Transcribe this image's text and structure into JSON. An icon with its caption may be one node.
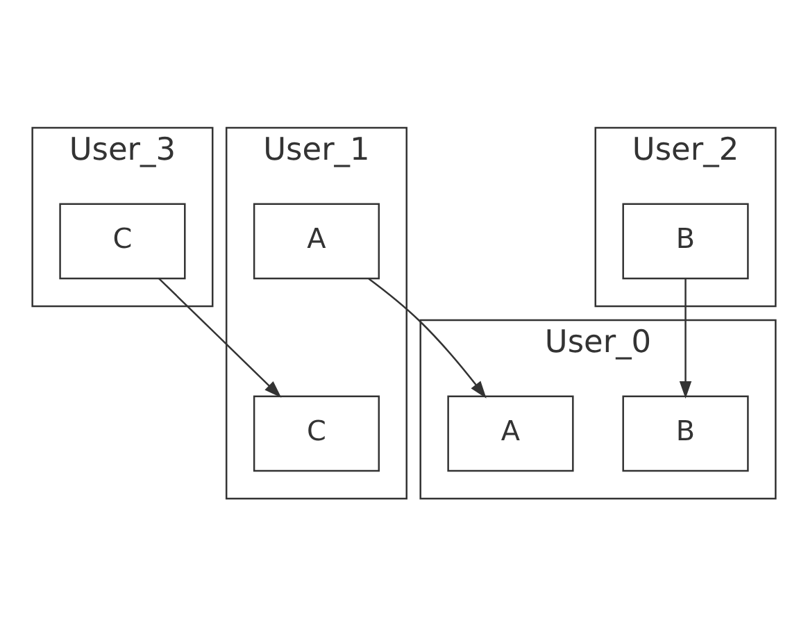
{
  "diagram": {
    "nodes": [
      {
        "text": [
          "User_0"
        ]
      },
      {
        "text": [
          "B"
        ],
        "in": 0
      },
      {
        "text": [
          "A"
        ],
        "in": 0
      },
      {
        "text": [
          "User_1"
        ]
      },
      {
        "text": [
          "A"
        ],
        "in": 3
      },
      {
        "text": [
          "C"
        ],
        "in": 3
      },
      {
        "text": [
          "User_2"
        ]
      },
      {
        "text": [
          "B"
        ],
        "in": 6
      },
      {
        "text": [
          "User_3"
        ]
      },
      {
        "text": [
          "C"
        ],
        "in": 8
      }
    ],
    "edges": [
      {
        "from": 4,
        "to": 2,
        "arrow": "to"
      },
      {
        "from": 7,
        "to": 1,
        "arrow": "to"
      },
      {
        "from": 9,
        "to": 5,
        "arrow": "to"
      }
    ]
  }
}
